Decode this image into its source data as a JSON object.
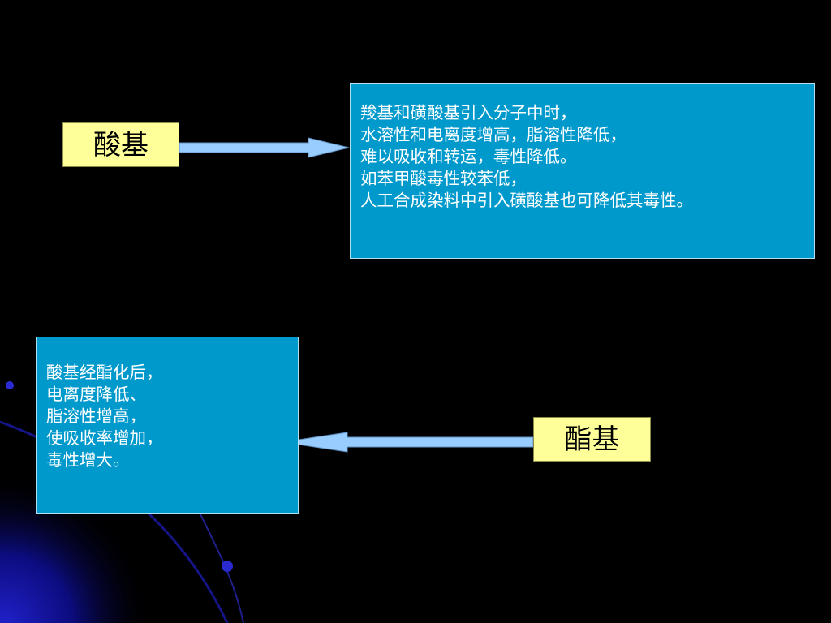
{
  "labels": {
    "acid_group": "酸基",
    "ester_group": "酯基"
  },
  "acid_box": {
    "lines": [
      "羧基和磺酸基引入分子中时，",
      "水溶性和电离度增高，脂溶性降低，",
      "难以吸收和转运，毒性降低。",
      "如苯甲酸毒性较苯低，",
      "人工合成染料中引入磺酸基也可降低其毒性。"
    ]
  },
  "ester_box": {
    "lines": [
      "酸基经酯化后，",
      "电离度降低、",
      "脂溶性增高，",
      "使吸收率增加，",
      "毒性增大。"
    ]
  },
  "colors": {
    "background": "#000000",
    "label_fill": "#ffff99",
    "text_box_fill": "#0099cc",
    "text_color": "#ffffff",
    "arrow_fill": "#99ccff",
    "decor_blue": "#1a1aa6"
  }
}
